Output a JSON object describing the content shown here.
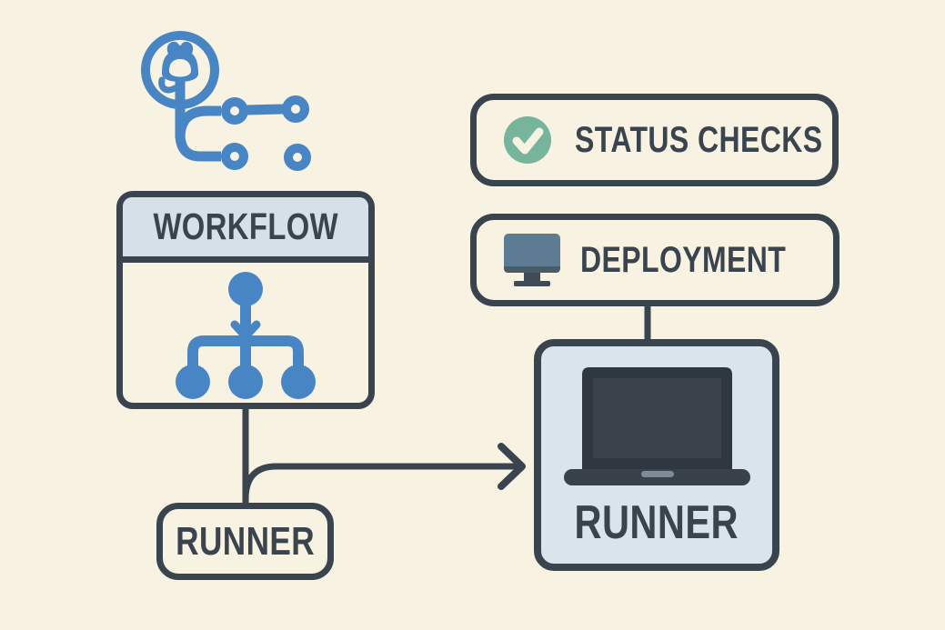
{
  "colors": {
    "background": "#f8f2e3",
    "outline": "#3a444e",
    "accent_blue": "#4785c4",
    "panel_blue": "#d9e4ec",
    "header_blue": "#d5e0e9",
    "success_green": "#76b49b",
    "monitor_slate": "#5d7c93",
    "icon_dark": "#3f4b56",
    "laptop_bezel": "#2f3840",
    "laptop_screen": "#3a434c",
    "laptop_base": "#39424a",
    "laptop_trackpad": "#7e8b96",
    "check_stroke": "#f8f2e3"
  },
  "source_icon": {
    "name": "github-actions-icon"
  },
  "workflow_box": {
    "title": "WORKFLOW",
    "icon": "workflow-tree-icon"
  },
  "status_checks_box": {
    "label": "STATUS CHECKS",
    "icon": "check-circle-icon"
  },
  "deployment_box": {
    "label": "DEPLOYMENT",
    "icon": "monitor-icon"
  },
  "runner_node_box": {
    "label": "RUNNER"
  },
  "runner_box": {
    "label": "RUNNER",
    "icon": "laptop-icon"
  }
}
